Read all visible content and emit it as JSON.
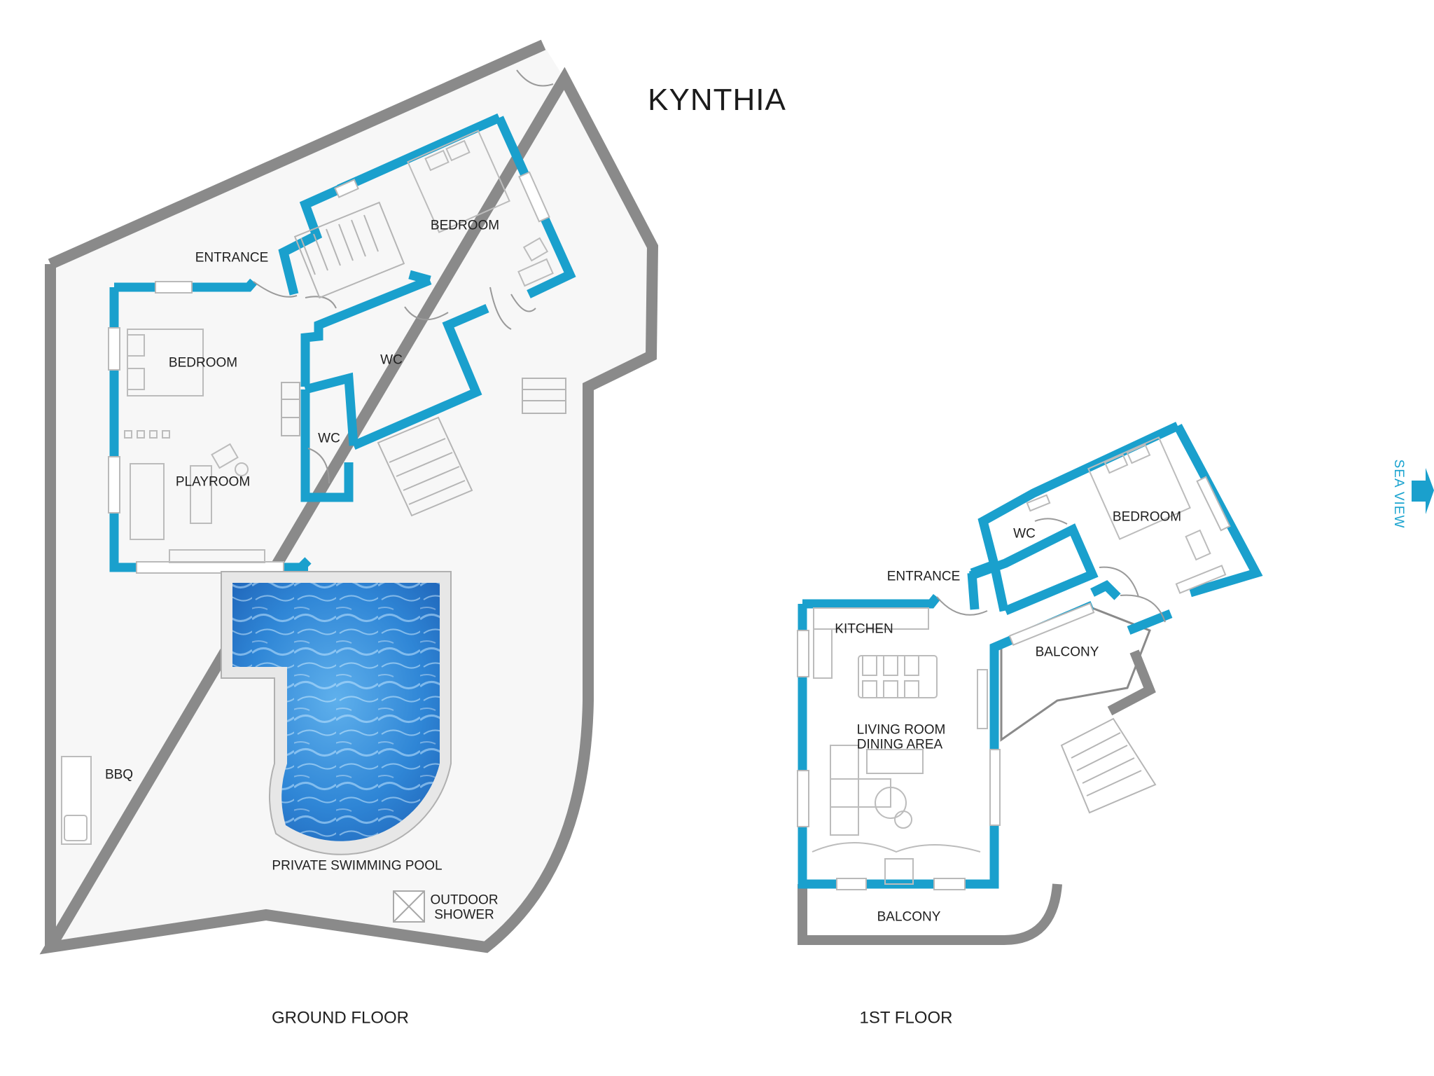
{
  "title": "KYNTHIA",
  "colors": {
    "interior_wall": "#1aa0cd",
    "exterior_wall": "#8a8a8a",
    "terrace": "#f7f7f7",
    "pool_water": "#2f86d6",
    "furniture_line": "#b8b8b8",
    "label": "#1f1f1f"
  },
  "ground_floor": {
    "label": "GROUND FLOOR",
    "rooms": {
      "bedroom_upper": "BEDROOM",
      "bedroom_lower": "BEDROOM",
      "entrance": "ENTRANCE",
      "wc_large": "WC",
      "wc_small": "WC",
      "playroom": "PLAYROOM",
      "bbq": "BBQ",
      "pool": "PRIVATE SWIMMING POOL",
      "shower_line1": "OUTDOOR",
      "shower_line2": "SHOWER"
    }
  },
  "first_floor": {
    "label": "1ST FLOOR",
    "rooms": {
      "wc": "WC",
      "bedroom": "BEDROOM",
      "entrance": "ENTRANCE",
      "kitchen": "KITCHEN",
      "balcony_upper": "BALCONY",
      "living_line1": "LIVING ROOM",
      "living_line2": "DINING AREA",
      "balcony_lower": "BALCONY"
    }
  },
  "sea_view": {
    "label": "SEA VIEW",
    "icon": "arrow-right-icon"
  }
}
